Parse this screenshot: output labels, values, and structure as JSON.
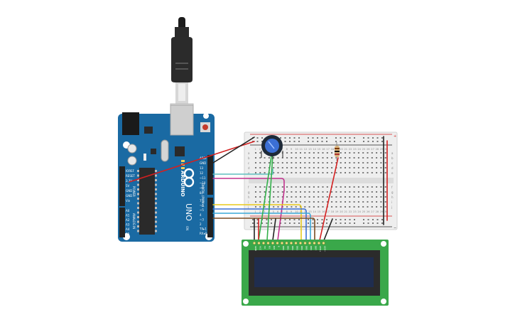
{
  "arduino": {
    "brand": "ARDUINO",
    "model": "UNO",
    "logo_symbol": "∞",
    "power_header": [
      "IOREF",
      "RESET",
      "3.3V",
      "5V",
      "GND",
      "GND",
      "Vin"
    ],
    "power_label": "POWER",
    "analog_header": [
      "A0",
      "A1",
      "A2",
      "A3",
      "A4",
      "A5"
    ],
    "analog_label": "ANALOG IN",
    "digital_header_top": [
      "AREF",
      "GND",
      "13",
      "12",
      "~11",
      "~10",
      "~9",
      "8"
    ],
    "digital_header_bottom": [
      "7",
      "~6",
      "~5",
      "4",
      "~3",
      "2",
      "TX▸1",
      "RX◂0"
    ],
    "digital_label": "DIGITAL (PWM~)",
    "led_labels": [
      "L",
      "TX",
      "RX"
    ],
    "on_label": "ON",
    "reset_icon": "reset-button-icon",
    "usb_icon": "usb-cable-icon"
  },
  "breadboard": {
    "column_numbers": [
      "1",
      "2",
      "3",
      "4",
      "5",
      "6",
      "7",
      "8",
      "9",
      "10",
      "11",
      "12",
      "13",
      "14",
      "15",
      "16",
      "17",
      "18",
      "19",
      "20",
      "21",
      "22",
      "23",
      "24",
      "25",
      "26",
      "27",
      "28",
      "29",
      "30"
    ],
    "row_letters_top": [
      "a",
      "b",
      "c",
      "d",
      "e"
    ],
    "row_letters_bottom": [
      "f",
      "g",
      "h",
      "i",
      "j"
    ],
    "rail_plus": "+",
    "rail_minus": "−"
  },
  "lcd": {
    "pins": [
      "GND",
      "VCC",
      "V0",
      "RS",
      "RW",
      "E",
      "DB0",
      "DB1",
      "DB2",
      "DB3",
      "DB4",
      "DB5",
      "DB6",
      "DB7",
      "LED+",
      "LED−"
    ],
    "screen_color": "#1f2d4f"
  },
  "colors": {
    "arduino_board": "#1a6aa3",
    "breadboard": "#eeeeee",
    "lcd_pcb": "#3aa84a",
    "wire_red": "#d42020",
    "wire_black": "#222222",
    "wire_green": "#33b04a",
    "wire_teal": "#5fbfbf",
    "wire_magenta": "#c2328e",
    "wire_yellow": "#e8c91c",
    "wire_blue": "#3b6fd4",
    "wire_cyan": "#3aa8d8",
    "wire_brown": "#7a4b22",
    "potentiometer": "#3b6fd4",
    "resistor": "#d9b27a"
  }
}
